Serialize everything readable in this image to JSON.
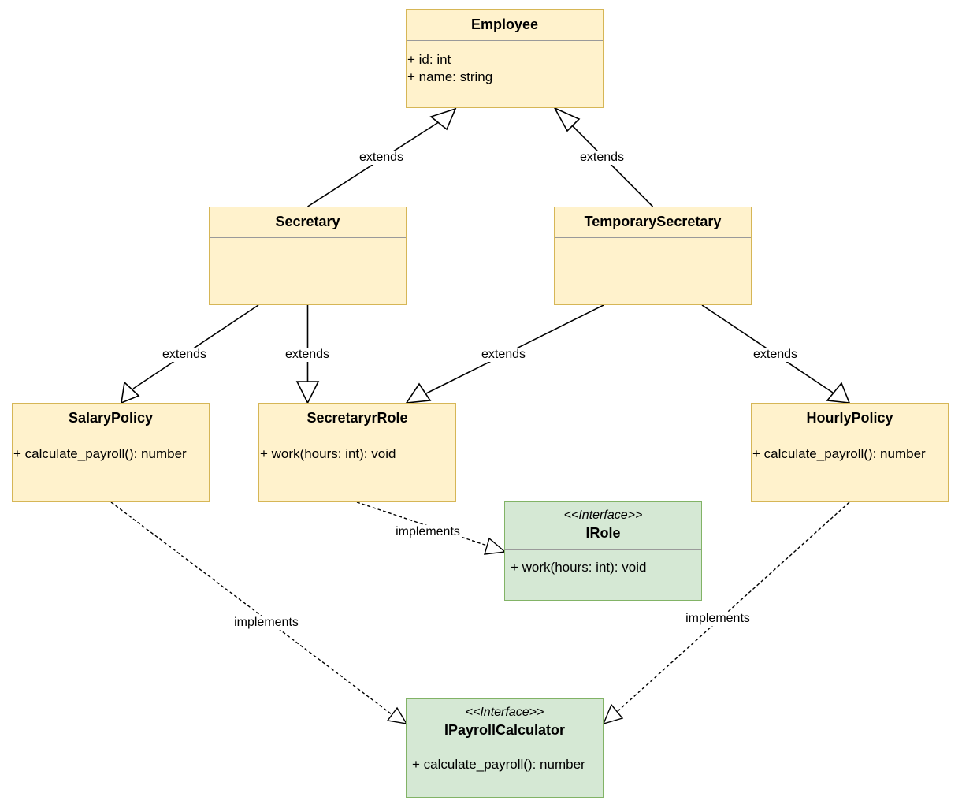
{
  "classes": {
    "employee": {
      "name": "Employee",
      "attributes": [
        "+ id: int",
        "+ name: string"
      ]
    },
    "secretary": {
      "name": "Secretary"
    },
    "temporary_secretary": {
      "name": "TemporarySecretary"
    },
    "salary_policy": {
      "name": "SalaryPolicy",
      "methods": [
        "+ calculate_payroll(): number"
      ]
    },
    "secretary_role": {
      "name": "SecretaryrRole",
      "methods": [
        "+ work(hours: int): void"
      ]
    },
    "hourly_policy": {
      "name": "HourlyPolicy",
      "methods": [
        "+ calculate_payroll(): number"
      ]
    },
    "i_role": {
      "stereotype": "<<Interface>>",
      "name": "IRole",
      "methods": [
        "+ work(hours: int): void"
      ]
    },
    "i_payroll_calculator": {
      "stereotype": "<<Interface>>",
      "name": "IPayrollCalculator",
      "methods": [
        "+ calculate_payroll(): number"
      ]
    }
  },
  "relations": [
    {
      "label": "extends",
      "from": "Secretary",
      "to": "Employee",
      "type": "generalization"
    },
    {
      "label": "extends",
      "from": "TemporarySecretary",
      "to": "Employee",
      "type": "generalization"
    },
    {
      "label": "extends",
      "from": "Secretary",
      "to": "SalaryPolicy",
      "type": "generalization"
    },
    {
      "label": "extends",
      "from": "Secretary",
      "to": "SecretaryrRole",
      "type": "generalization"
    },
    {
      "label": "extends",
      "from": "TemporarySecretary",
      "to": "SecretaryrRole",
      "type": "generalization"
    },
    {
      "label": "extends",
      "from": "TemporarySecretary",
      "to": "HourlyPolicy",
      "type": "generalization"
    },
    {
      "label": "implements",
      "from": "SecretaryrRole",
      "to": "IRole",
      "type": "realization"
    },
    {
      "label": "implements",
      "from": "SalaryPolicy",
      "to": "IPayrollCalculator",
      "type": "realization"
    },
    {
      "label": "implements",
      "from": "HourlyPolicy",
      "to": "IPayrollCalculator",
      "type": "realization"
    }
  ],
  "colors": {
    "class_fill": "#fff2cc",
    "class_stroke": "#d6b656",
    "interface_fill": "#d5e8d4",
    "interface_stroke": "#82b366",
    "edge": "#000000"
  }
}
